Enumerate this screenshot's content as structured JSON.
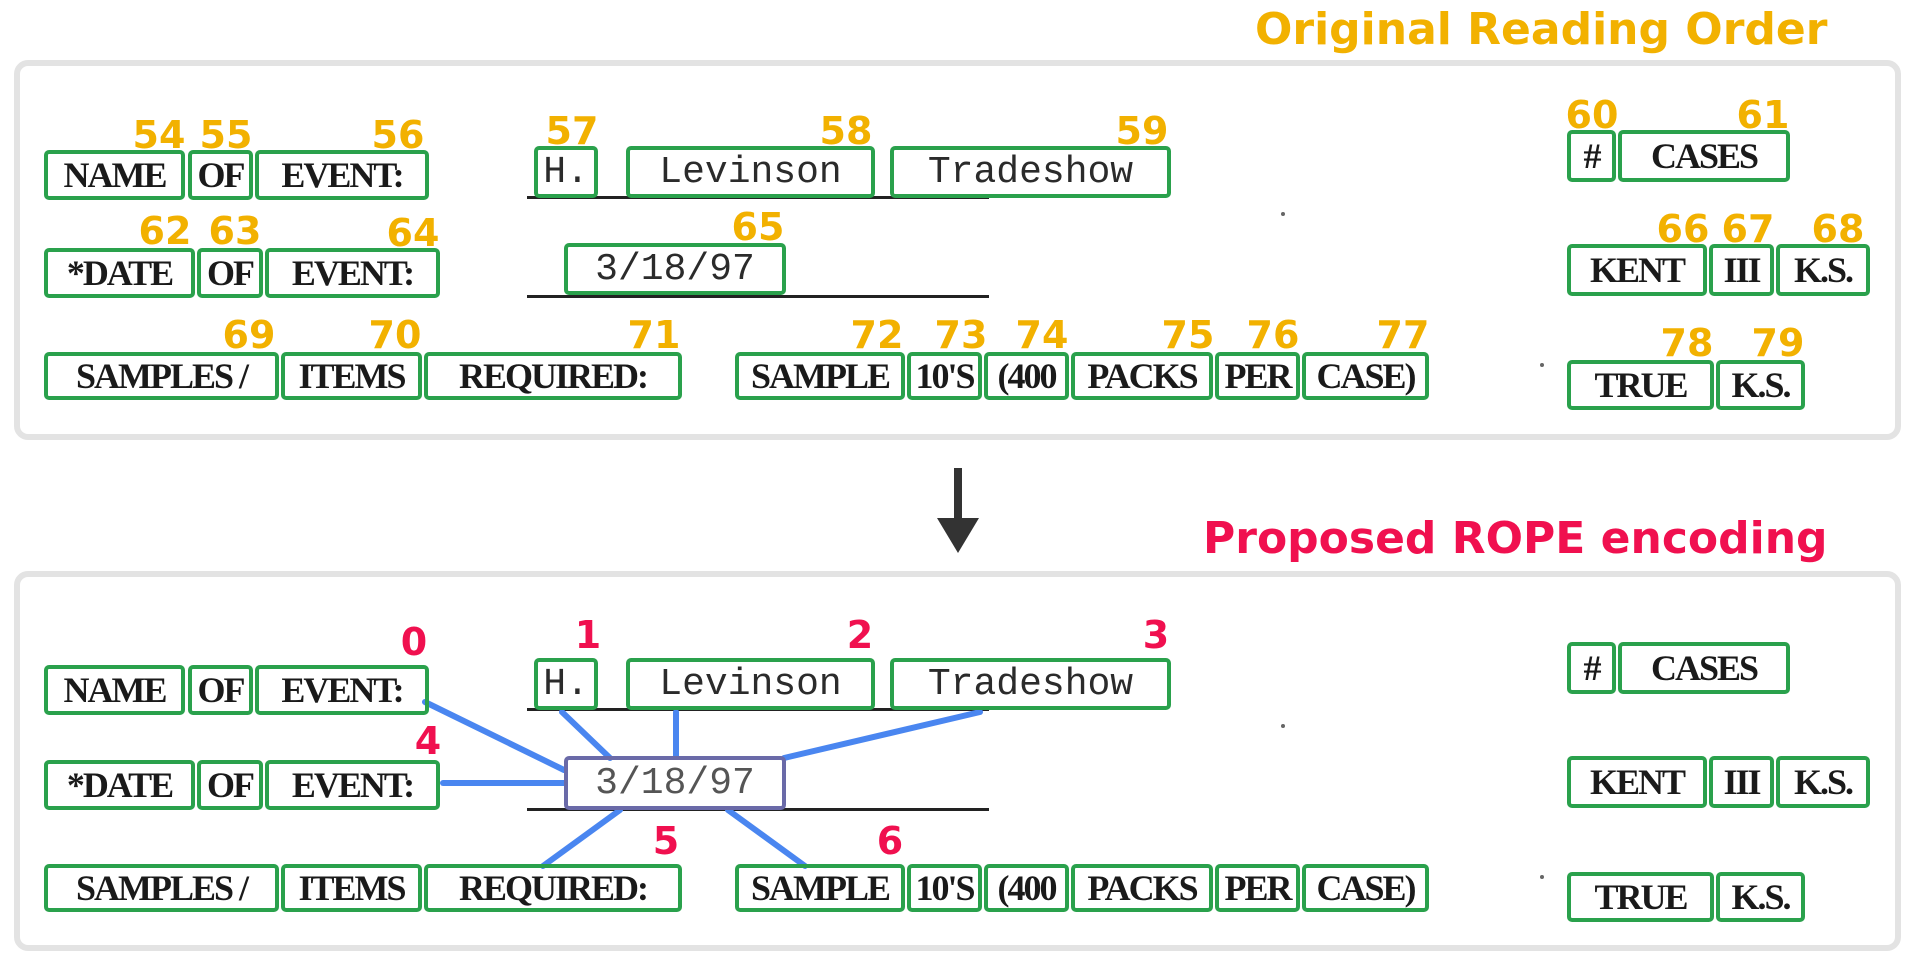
{
  "titles": {
    "top": "Original Reading Order",
    "bottom": "Proposed ROPE encoding"
  },
  "colors": {
    "top_title": "#f2b100",
    "bottom_title": "#f0104f",
    "word_box": "#2aa14c",
    "center_box": "#6a6aa8",
    "edge": "#4a86f0",
    "arrow": "#333333"
  },
  "words": {
    "name": "NAME",
    "of_1": "OF",
    "event_1": "EVENT:",
    "h": "H.",
    "levinson": "Levinson",
    "tradeshow": "Tradeshow",
    "hash": "#",
    "cases": "CASES",
    "date": "*DATE",
    "of_2": "OF",
    "event_2": "EVENT:",
    "date_value": "3/18/97",
    "kent": "KENT",
    "iii": "III",
    "ks_1": "K.S.",
    "samples": "SAMPLES /",
    "items": "ITEMS",
    "required": "REQUIRED:",
    "sample": "SAMPLE",
    "tens": "10'S",
    "four_hundred": "(400",
    "packs": "PACKS",
    "per": "PER",
    "case": "CASE)",
    "true": "TRUE",
    "ks_2": "K.S."
  },
  "reading_order_labels": {
    "l54": "54",
    "l55": "55",
    "l56": "56",
    "l57": "57",
    "l58": "58",
    "l59": "59",
    "l60": "60",
    "l61": "61",
    "l62": "62",
    "l63": "63",
    "l64": "64",
    "l65": "65",
    "l66": "66",
    "l67": "67",
    "l68": "68",
    "l69": "69",
    "l70": "70",
    "l71": "71",
    "l72": "72",
    "l73": "73",
    "l74": "74",
    "l75": "75",
    "l76": "76",
    "l77": "77",
    "l78": "78",
    "l79": "79"
  },
  "rope_labels": {
    "r0": "0",
    "r1": "1",
    "r2": "2",
    "r3": "3",
    "r4": "4",
    "r5": "5",
    "r6": "6"
  }
}
